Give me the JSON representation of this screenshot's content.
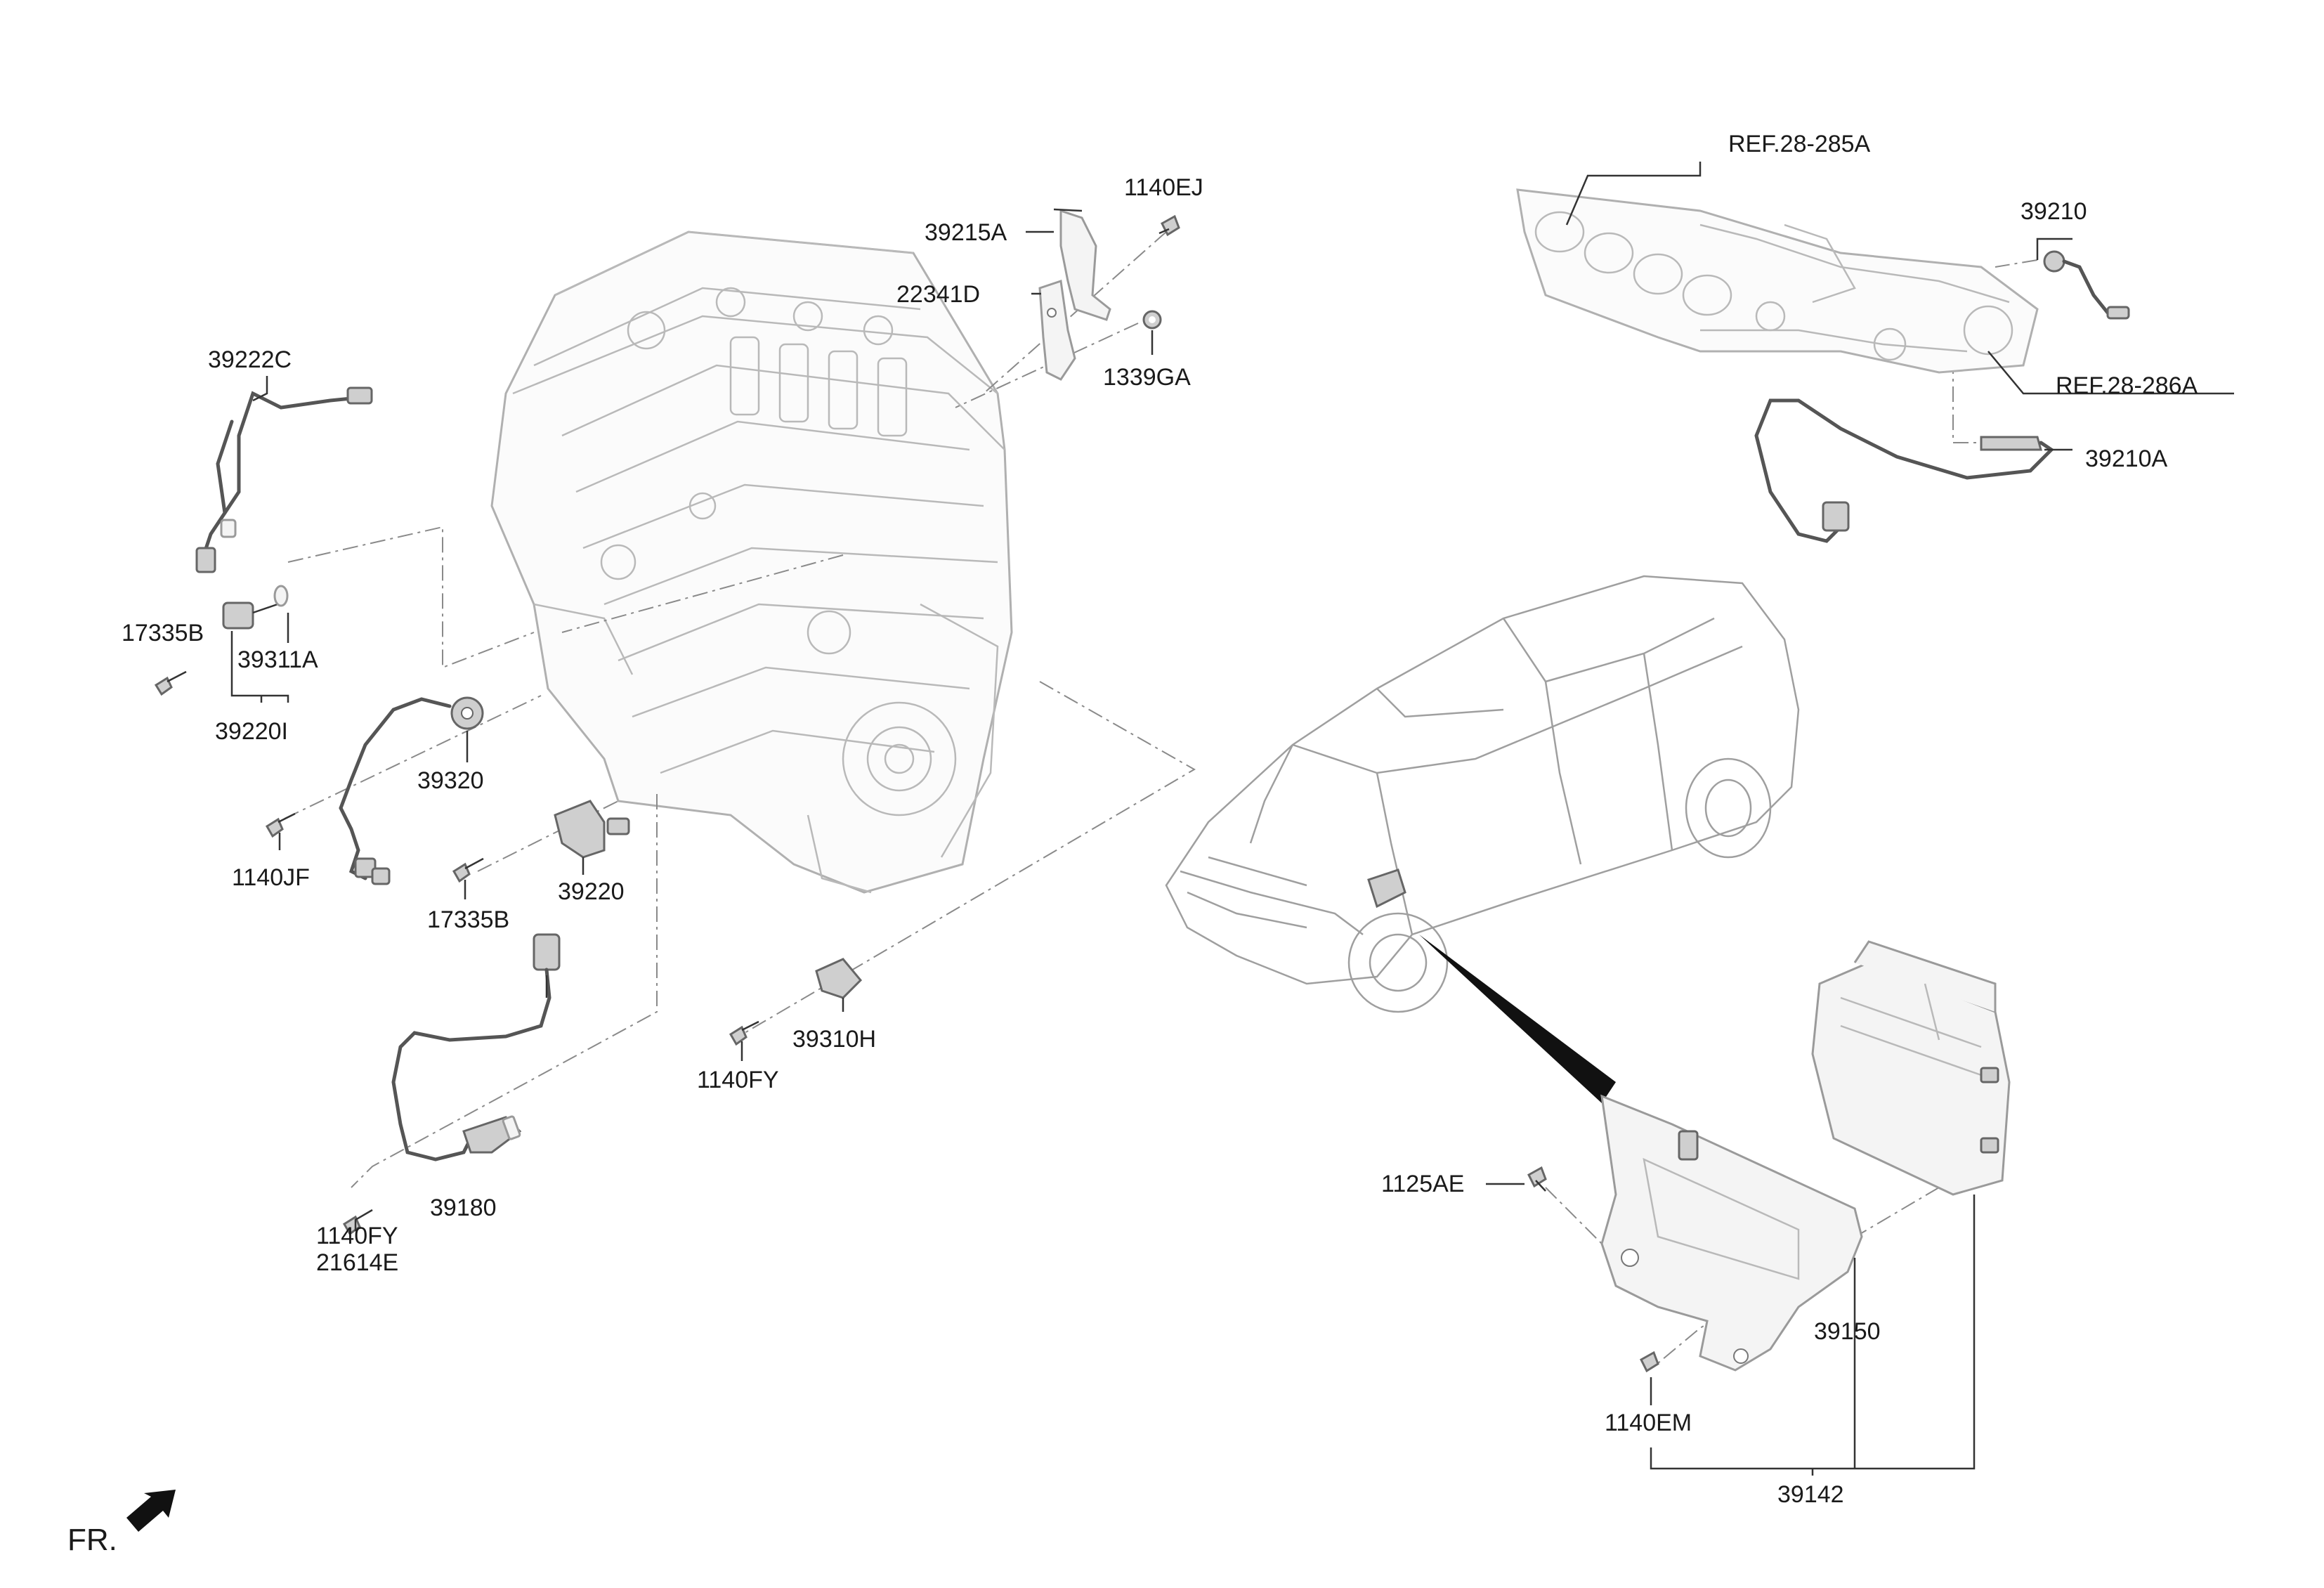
{
  "diagram": {
    "labels": {
      "p39222C": "39222C",
      "p17335B_a": "17335B",
      "p39311A": "39311A",
      "p39220I": "39220I",
      "p39320": "39320",
      "p1140JF": "1140JF",
      "p17335B_b": "17335B",
      "p39220": "39220",
      "p39180": "39180",
      "p1140FY_a": "1140FY",
      "p21614E": "21614E",
      "p39310H": "39310H",
      "p1140FY_b": "1140FY",
      "p39215A": "39215A",
      "p1140EJ": "1140EJ",
      "p22341D": "22341D",
      "p1339GA": "1339GA",
      "ref28285A": "REF.28-285A",
      "p39210": "39210",
      "ref28286A": "REF.28-286A",
      "p39210A": "39210A",
      "p1125AE": "1125AE",
      "p39150": "39150",
      "p1140EM": "1140EM",
      "p39142": "39142"
    },
    "orientation": {
      "label": "FR."
    },
    "icons": [
      "engine-block",
      "vehicle-sedan",
      "ecu-module",
      "ecu-bracket",
      "exhaust-manifold",
      "oxygen-sensor",
      "knock-sensor",
      "cam-position-sensor",
      "crank-position-sensor",
      "wiring-harness",
      "bolt",
      "nut",
      "front-arrow"
    ]
  }
}
